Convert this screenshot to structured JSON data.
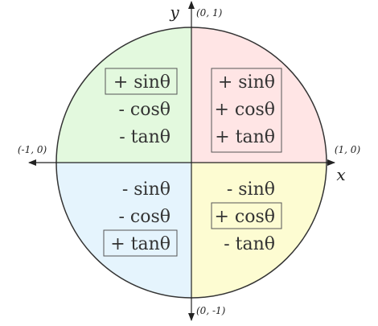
{
  "axes": {
    "x_name": "x",
    "y_name": "y",
    "top": "(0, 1)",
    "bottom": "(0, -1)",
    "left": "(-1, 0)",
    "right": "(1, 0)"
  },
  "colors": {
    "q1": "#ffe5e5",
    "q2": "#e3f9de",
    "q3": "#e5f4fd",
    "q4": "#fdfcd2",
    "outline": "#333333",
    "text": "#333333"
  },
  "quadrants": {
    "q1": {
      "sin": "+ sinθ",
      "cos": "+ cosθ",
      "tan": "+ tanθ"
    },
    "q2": {
      "sin": "+ sinθ",
      "cos": "- cosθ",
      "tan": "- tanθ"
    },
    "q3": {
      "sin": "- sinθ",
      "cos": "- cosθ",
      "tan": "+ tanθ"
    },
    "q4": {
      "sin": "- sinθ",
      "cos": "+ cosθ",
      "tan": "- tanθ"
    }
  }
}
